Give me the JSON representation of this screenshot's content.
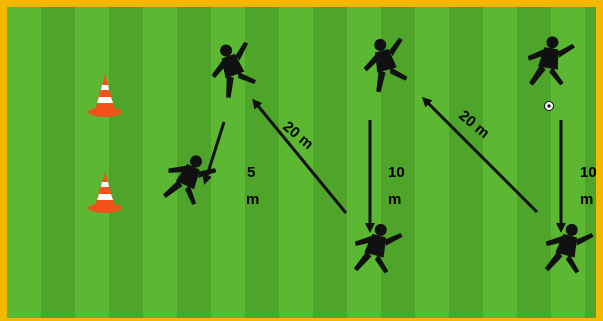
{
  "colors": {
    "border": "#f3b800",
    "stripe_light": "#5cb832",
    "stripe_dark": "#4ea52a",
    "cone_orange": "#f2521c",
    "cone_white": "#ffffff",
    "silhouette": "#111111",
    "arrow": "#111111"
  },
  "distances": {
    "d1_num": "5",
    "d1_unit": "m",
    "d2_diag": "20 m",
    "d3_num": "10",
    "d3_unit": "m",
    "d4_diag": "20 m",
    "d5_num": "10",
    "d5_unit": "m"
  },
  "icons": {
    "cone": "cone-icon",
    "player": "player-icon",
    "ball": "soccer-ball-icon"
  }
}
